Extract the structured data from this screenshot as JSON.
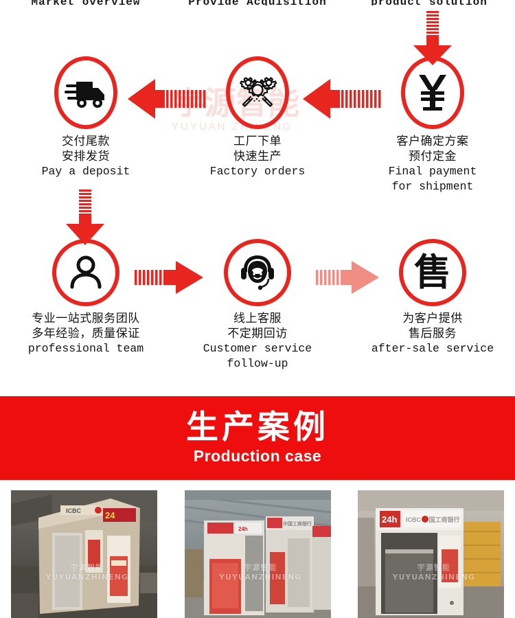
{
  "header": {
    "titles": [
      "Market overview",
      "Provide Acquisition",
      "product solution"
    ]
  },
  "flow": {
    "row1": [
      {
        "id": "delivery",
        "icon": "delivery-truck-icon",
        "cn1": "交付尾款",
        "cn2": "安排发货",
        "en1": "Pay a deposit",
        "en2": ""
      },
      {
        "id": "factory",
        "icon": "gears-wrench-icon",
        "cn1": "工厂下单",
        "cn2": "快速生产",
        "en1": "Factory orders",
        "en2": ""
      },
      {
        "id": "payment",
        "icon": "yen-currency-icon",
        "cn1": "客户确定方案",
        "cn2": "预付定金",
        "en1": "Final payment",
        "en2": "for shipment"
      }
    ],
    "row2": [
      {
        "id": "team",
        "icon": "person-user-icon",
        "cn1": "专业一站式服务团队",
        "cn2": "多年经验，质量保证",
        "en1": "professional team",
        "en2": ""
      },
      {
        "id": "support",
        "icon": "headset-agent-icon",
        "cn1": "线上客服",
        "cn2": "不定期回访",
        "en1": "Customer service",
        "en2": "follow-up"
      },
      {
        "id": "aftersale",
        "icon": "sale-character-icon",
        "cn1": "为客户提供",
        "cn2": "售后服务",
        "en1": "after-sale service",
        "en2": ""
      }
    ]
  },
  "watermark": {
    "main": "宇源智能",
    "sub": "YUYUAN ZHINENG"
  },
  "banner": {
    "cn": "生产案例",
    "en": "Production case"
  },
  "gallery": {
    "photos": [
      {
        "id": "photo-1",
        "alt": "ICBC 24h ATM booth interior view in workshop",
        "brand": "ICBC",
        "badge": "24h",
        "watermark": "宇源智能 YUYUANZHINENG"
      },
      {
        "id": "photo-2",
        "alt": "Row of ICBC ATM booths in factory",
        "brand": "ICBC 中国工商银行",
        "badge": "24h",
        "watermark": "宇源智能 YUYUANZHINENG"
      },
      {
        "id": "photo-3",
        "alt": "ICBC 24h ATM booth front view outdoors",
        "brand": "ICBC 中国工商银行",
        "badge": "24h",
        "watermark": "宇源智能 YUYUANZHINENG"
      }
    ]
  },
  "colors": {
    "red": "#e8251f",
    "banner_red": "#ef0e0e",
    "text": "#141414"
  }
}
